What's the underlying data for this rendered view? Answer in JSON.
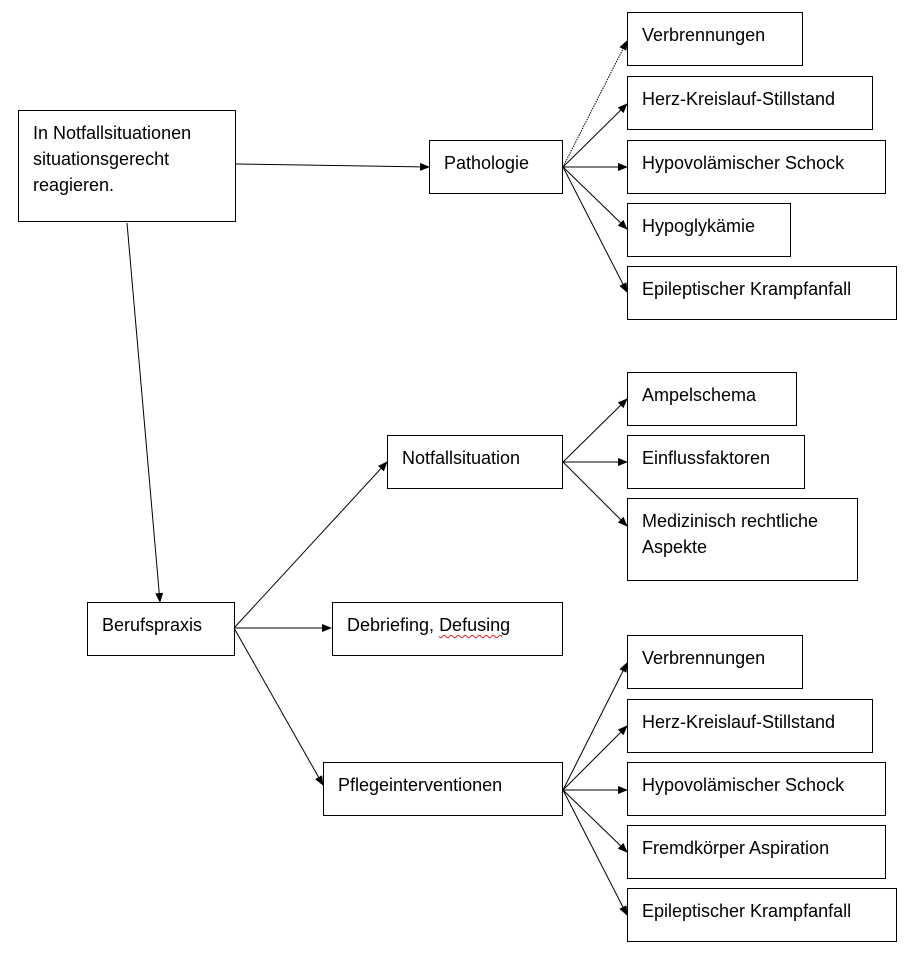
{
  "root": {
    "text": "In Notfallsituationen situationsgerecht reagieren."
  },
  "pathologie": {
    "label": "Pathologie",
    "items": [
      "Verbrennungen",
      "Herz-Kreislauf-Stillstand",
      "Hypovolämischer Schock",
      "Hypoglykämie",
      "Epileptischer Krampfanfall"
    ]
  },
  "berufspraxis": {
    "label": "Berufspraxis"
  },
  "notfallsituation": {
    "label": "Notfallsituation",
    "items": [
      "Ampelschema",
      "Einflussfaktoren",
      "Medizinisch rechtliche Aspekte"
    ]
  },
  "debriefing": {
    "label_part1": "Debriefing,",
    "label_part2": "Defusing"
  },
  "pflegeinterventionen": {
    "label": "Pflegeinterventionen",
    "items": [
      "Verbrennungen",
      "Herz-Kreislauf-Stillstand",
      "Hypovolämischer Schock",
      "Fremdkörper Aspiration",
      "Epileptischer Krampfanfall"
    ]
  },
  "colors": {
    "line": "#000000",
    "spellcheck_underline": "#e02020"
  }
}
